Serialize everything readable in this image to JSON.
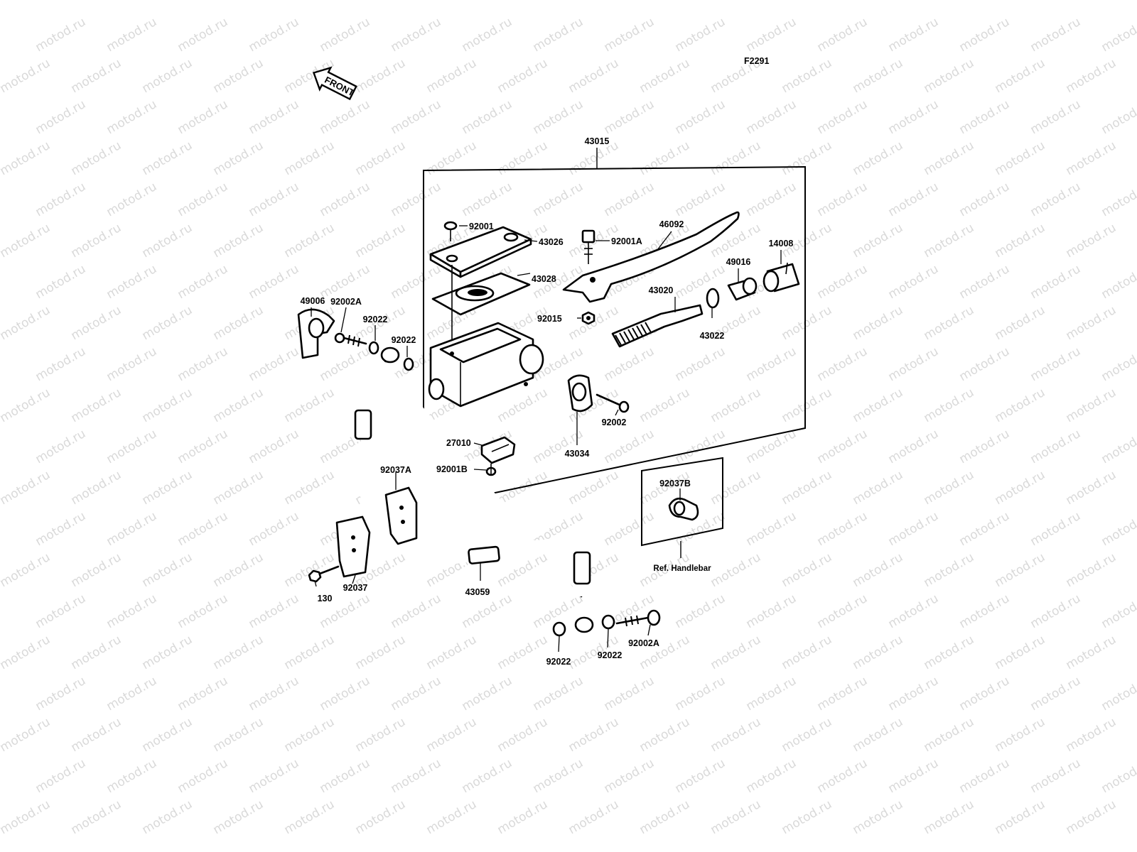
{
  "figure_code": "F2291",
  "front_label": "FRONT",
  "watermark": "motod.ru",
  "parts": {
    "p43015": "43015",
    "p92001": "92001",
    "p43026": "43026",
    "p92001A": "92001A",
    "p46092": "46092",
    "p14008": "14008",
    "p49016": "49016",
    "p43028": "43028",
    "p43020": "43020",
    "p49006": "49006",
    "p92002A_top": "92002A",
    "p92022_a": "92022",
    "p92022_b": "92022",
    "p92015": "92015",
    "p43022": "43022",
    "p92002": "92002",
    "p27010": "27010",
    "p43034": "43034",
    "p92001B": "92001B",
    "p92037A": "92037A",
    "p92037B": "92037B",
    "ref_handlebar": "Ref. Handlebar",
    "p130": "130",
    "p92037": "92037",
    "p43059": "43059",
    "p92022_c": "92022",
    "p92022_d": "92022",
    "p92002A_bottom": "92002A"
  }
}
